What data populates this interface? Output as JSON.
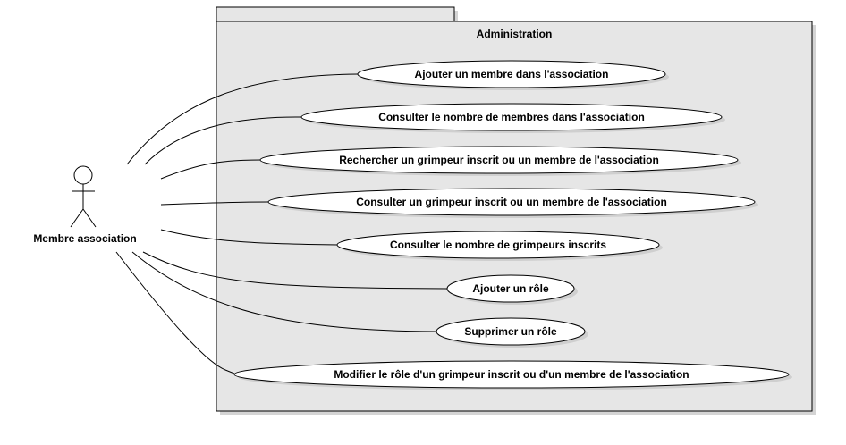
{
  "package": {
    "title": "Administration"
  },
  "actor": {
    "name": "Membre association"
  },
  "use_cases": [
    "Ajouter un membre dans l'association",
    "Consulter le nombre de membres dans l'association",
    "Rechercher un grimpeur inscrit ou un membre de l'association",
    "Consulter un grimpeur inscrit ou un membre de l'association",
    "Consulter le nombre de grimpeurs inscrits",
    "Ajouter un rôle",
    "Supprimer un rôle",
    "Modifier le rôle d'un grimpeur inscrit ou d'un membre de l'association"
  ],
  "colors": {
    "package_fill": "#e6e6e6",
    "stroke": "#000000",
    "usecase_fill": "#ffffff",
    "shadow": "#cfcfcf"
  }
}
